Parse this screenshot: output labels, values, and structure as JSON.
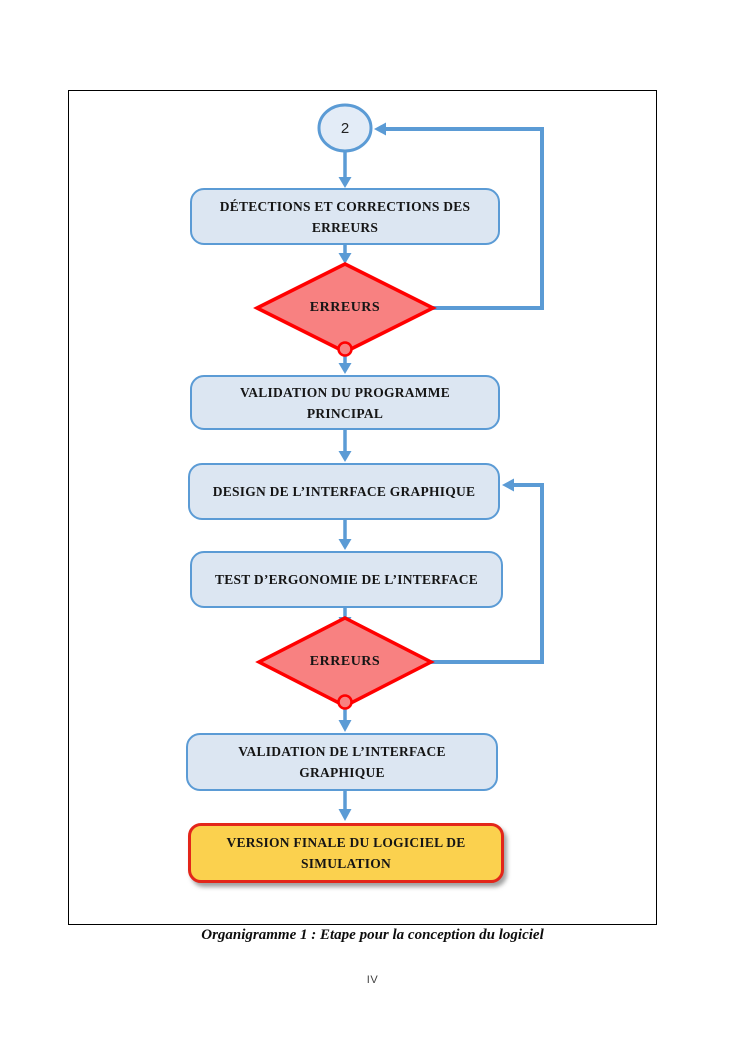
{
  "figure": {
    "connector_label": "2",
    "nodes": {
      "detections": {
        "line1": "DÉTECTIONS ET CORRECTIONS DES",
        "line2": "ERREURS"
      },
      "decision1": {
        "label": "ERREURS"
      },
      "validation_programme": {
        "line1": "VALIDATION DU PROGRAMME",
        "line2": "PRINCIPAL"
      },
      "design_interface": {
        "line1": "DESIGN DE L’INTERFACE GRAPHIQUE"
      },
      "test_ergonomie": {
        "line1": "TEST D’ERGONOMIE DE L’INTERFACE"
      },
      "decision2": {
        "label": "ERREURS"
      },
      "validation_interface": {
        "line1": "VALIDATION DE L’INTERFACE",
        "line2": "GRAPHIQUE"
      },
      "version_finale": {
        "line1": "VERSION FINALE DU LOGICIEL DE",
        "line2": "SIMULATION"
      }
    },
    "colors": {
      "node_fill": "#dce6f2",
      "node_border": "#5b9bd5",
      "connector_line": "#5b9bd5",
      "decision_fill": "#f88181",
      "decision_border": "#ff0000",
      "final_fill": "#fbd14e",
      "final_border": "#e3261a",
      "frame_border": "#000000"
    }
  },
  "caption": "Organigramme 1 : Etape pour la conception du logiciel",
  "page_number": "IV"
}
